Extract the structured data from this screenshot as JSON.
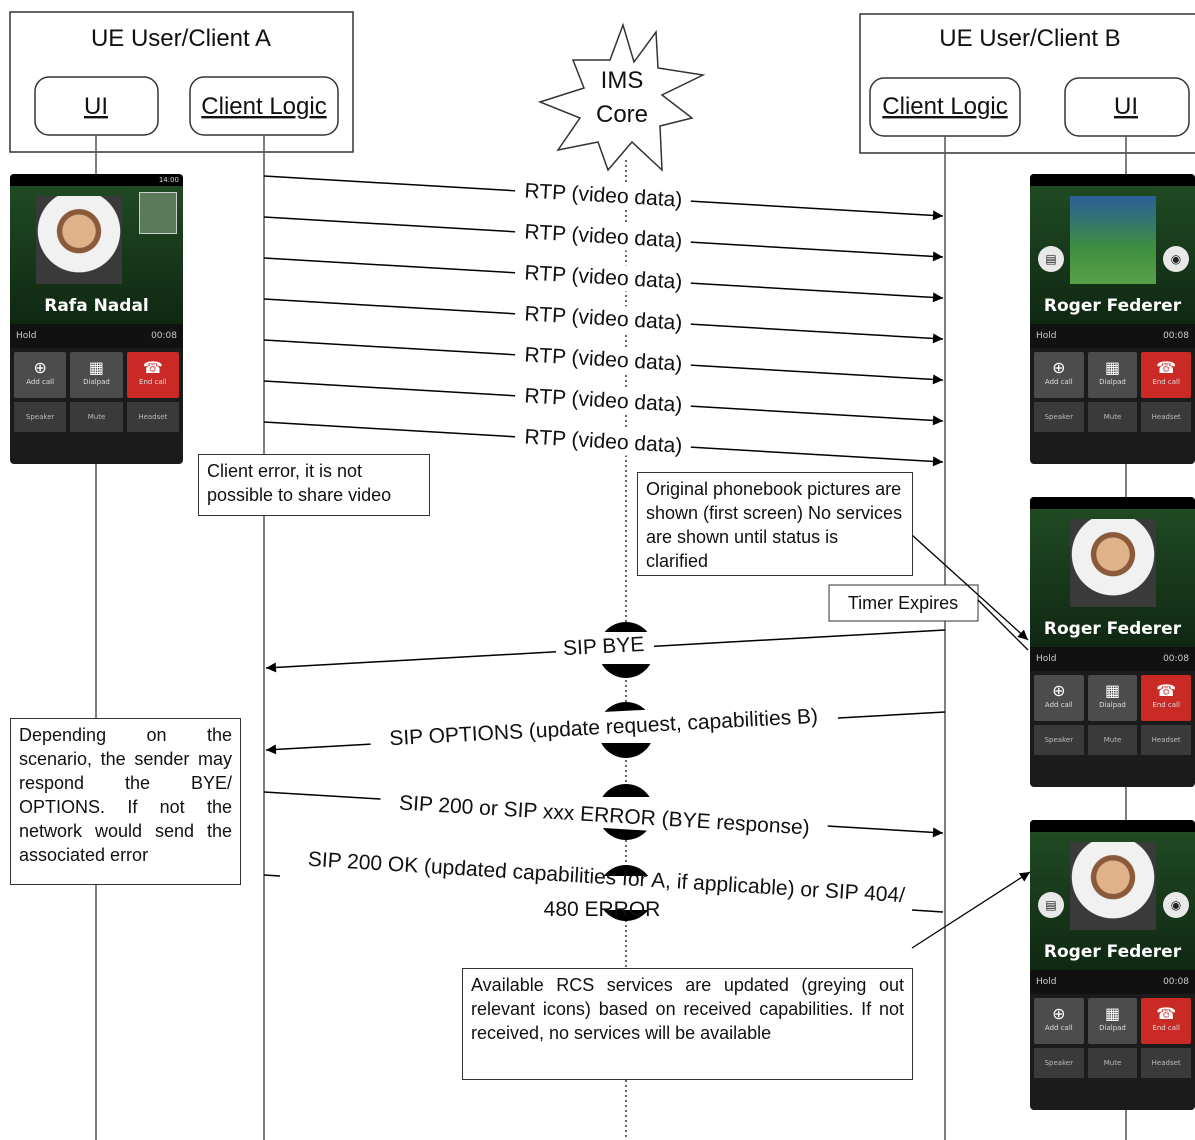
{
  "participants": {
    "client_a": {
      "title": "UE User/Client A",
      "ui": "UI",
      "logic": "Client Logic"
    },
    "client_b": {
      "title": "UE User/Client B",
      "ui": "UI",
      "logic": "Client Logic"
    },
    "ims": {
      "line1": "IMS",
      "line2": "Core"
    }
  },
  "messages": {
    "rtp": "RTP (video data)",
    "bye": "SIP BYE",
    "options": "SIP OPTIONS (update request, capabilities B)",
    "response": "SIP 200 or SIP xxx ERROR (BYE response)",
    "ok_line1": "SIP 200 OK (updated capabilities for A, if applicable) or SIP 404/",
    "ok_line2": "480 ERROR",
    "timer": "Timer Expires"
  },
  "notes": {
    "client_error": "Client error, it is not possible to share video",
    "phonebook": "Original phonebook pictures are shown (first screen) No services are shown until status is clarified",
    "depending": "Depending on the scenario, the sender may respond the BYE/ OPTIONS. If not the network would send the associated error",
    "rcs": "Available RCS services are updated (greying out relevant icons) based on received capabilities. If not received, no services will be available"
  },
  "phones": {
    "a": {
      "name": "Rafa Nadal",
      "hold": "Hold",
      "time": "00:08",
      "status_time": "14:00"
    },
    "b1": {
      "name": "Roger Federer",
      "hold": "Hold",
      "time": "00:08"
    },
    "b2": {
      "name": "Roger Federer",
      "hold": "Hold",
      "time": "00:08"
    },
    "b3": {
      "name": "Roger Federer",
      "hold": "Hold",
      "time": "00:08"
    },
    "buttons": {
      "add": "Add call",
      "dialpad": "Dialpad",
      "end": "End call",
      "speaker": "Speaker",
      "mute": "Mute",
      "headset": "Headset"
    }
  }
}
